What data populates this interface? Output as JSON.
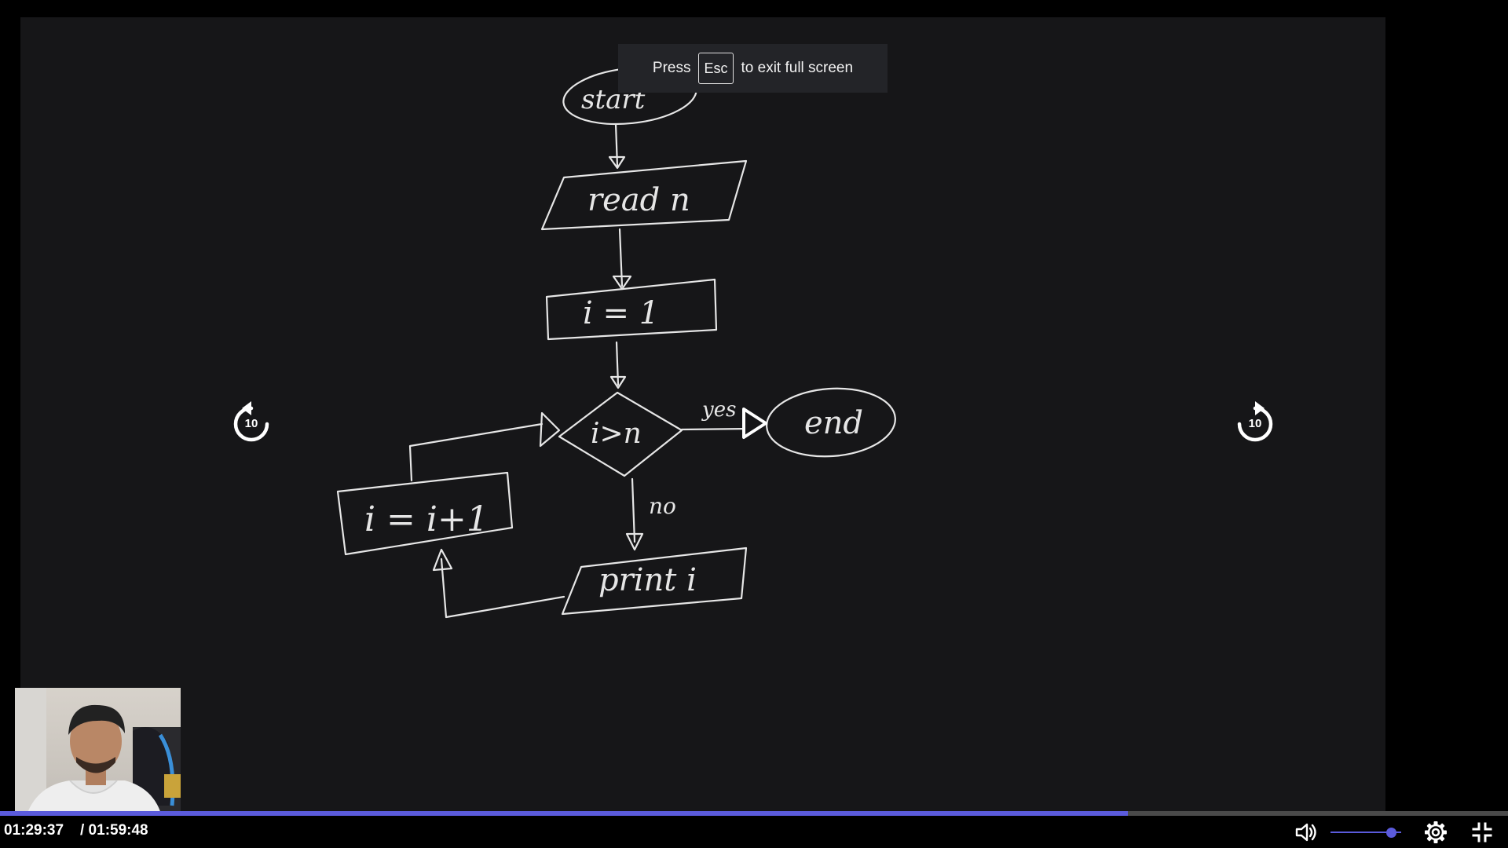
{
  "overlay": {
    "press": "Press",
    "key": "Esc",
    "message": "to exit full screen"
  },
  "flowchart": {
    "start": "start",
    "read": "read n",
    "init": "i = 1",
    "decision": "i>n",
    "yes_label": "yes",
    "end": "end",
    "no_label": "no",
    "print": "print i",
    "increment": "i = i+1"
  },
  "player": {
    "seek_back_seconds": "10",
    "seek_forward_seconds": "10",
    "current_time": "01:29:37",
    "total_time": "/ 01:59:48",
    "progress_fraction": 0.748,
    "volume_fraction": 0.85,
    "accent_color": "#5b5bdc",
    "icons": [
      "rewind-10-icon",
      "play-icon",
      "forward-10-icon",
      "volume-icon",
      "gear-icon",
      "exit-fullscreen-icon"
    ]
  }
}
